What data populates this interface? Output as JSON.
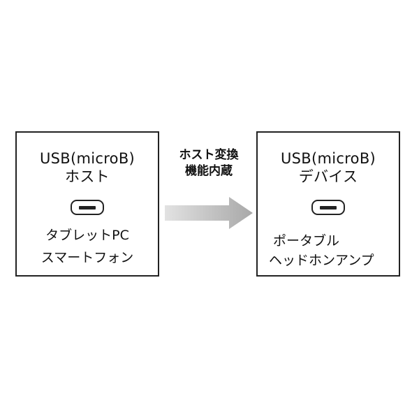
{
  "host_box": {
    "title_line1": "USB(microB)",
    "title_line2": "ホスト",
    "port_icon": "micro-usb-port-icon",
    "device_line1": "タブレットPC",
    "device_line2": "スマートフォン"
  },
  "connector": {
    "label_line1": "ホスト変換",
    "label_line2": "機能内蔵",
    "arrow_icon": "right-arrow-icon",
    "arrow_color": "#c8c8c8"
  },
  "device_box": {
    "title_line1": "USB(microB)",
    "title_line2": "デバイス",
    "port_icon": "micro-usb-port-icon",
    "device_line1": "ポータブル",
    "device_line2": "ヘッドホンアンプ"
  }
}
